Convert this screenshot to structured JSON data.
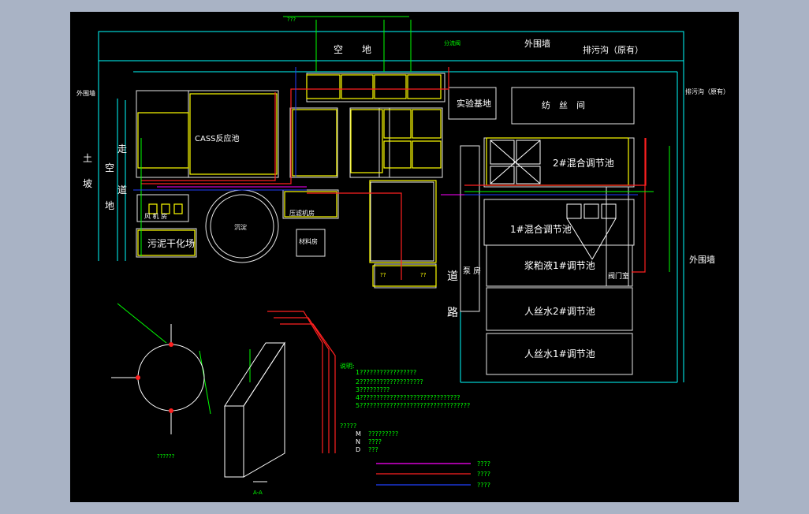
{
  "colors": {
    "background": "#000000",
    "frame": "#a9b3c5",
    "outline": "#e6e6e6",
    "wall": "#00ffff",
    "pipe_green": "#00ff00",
    "pipe_red": "#ff2020",
    "pipe_blue": "#2040ff",
    "pipe_magenta": "#ff00ff",
    "label_yellow": "#ffff00"
  },
  "labels": {
    "outer_wall_top": "外围墙",
    "outer_wall_left": "外围墙",
    "outer_wall_right": "外围墙",
    "sewer_top": "排污沟（原有）",
    "sewer_right": "排污沟（原有）",
    "empty_land": "空　　地",
    "experiment_base": "实验基地",
    "spinning_room": "纺　丝　间",
    "soil_slope": [
      "土",
      "坡"
    ],
    "walkway": [
      "走",
      "道"
    ],
    "empty_land_left": [
      "空",
      "地"
    ],
    "cass_tank": "CASS反应池",
    "fan_room": "风 机 房",
    "sludge_yard": "污泥干化场",
    "clarifier": "沉淀",
    "press_room": "压滤机房",
    "material_room": "材料房",
    "mixed_tank_2": "2#混合调节池",
    "mixed_tank_1": "1#混合调节池",
    "pulp_tank": "浆粕液1#调节池",
    "rayon_tank_2": "人丝水2#调节池",
    "rayon_tank_1": "人丝水1#调节池",
    "valve_room": "阀门室",
    "pump_room": "泵 房",
    "road": [
      "道",
      "路"
    ],
    "top_mark": "???",
    "junction_label": "分流阀",
    "section_title": "A-A",
    "detail_title": "??????",
    "pump_marks": [
      "??",
      "??"
    ]
  },
  "notes": {
    "heading": "说明:",
    "items": [
      "1?????????????????",
      "2???????????????????",
      "3?????????",
      "4??????????????????????????????",
      "5?????????????????????????????????"
    ]
  },
  "legend": {
    "heading": "?????",
    "items": [
      {
        "symbol": "M",
        "text": "?????????"
      },
      {
        "symbol": "N",
        "text": "????"
      },
      {
        "symbol": "D",
        "text": "???"
      }
    ],
    "lines": [
      {
        "color": "#ff00ff",
        "text": "????"
      },
      {
        "color": "#ff2020",
        "text": "????"
      },
      {
        "color": "#2040ff",
        "text": "????"
      }
    ]
  }
}
